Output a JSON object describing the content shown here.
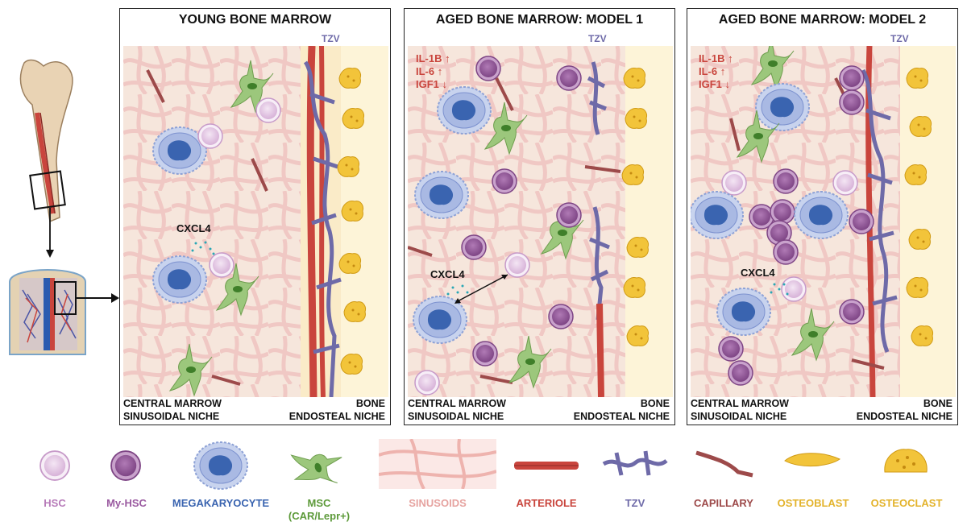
{
  "panels": [
    {
      "title": "YOUNG BONE MARROW",
      "tzv": "TZV",
      "foot_left_1": "CENTRAL MARROW",
      "foot_left_2": "SINUSOIDAL NICHE",
      "foot_right_1": "BONE",
      "foot_right_2": "ENDOSTEAL NICHE",
      "cxcl": "CXCL4"
    },
    {
      "title": "AGED BONE MARROW: MODEL 1",
      "tzv": "TZV",
      "foot_left_1": "CENTRAL MARROW",
      "foot_left_2": "SINUSOIDAL NICHE",
      "foot_right_1": "BONE",
      "foot_right_2": "ENDOSTEAL NICHE",
      "cxcl": "CXCL4",
      "cytokines": [
        "IL-1B ↑",
        "IL-6 ↑",
        "IGF1 ↓"
      ]
    },
    {
      "title": "AGED BONE MARROW: MODEL 2",
      "tzv": "TZV",
      "foot_left_1": "CENTRAL MARROW",
      "foot_left_2": "SINUSOIDAL NICHE",
      "foot_right_1": "BONE",
      "foot_right_2": "ENDOSTEAL NICHE",
      "cxcl": "CXCL4",
      "cytokines": [
        "IL-1B ↑",
        "IL-6 ↑",
        "IGF1 ↓"
      ]
    }
  ],
  "legend": [
    {
      "label": "HSC",
      "color": "#b77bb9"
    },
    {
      "label": "My-HSC",
      "color": "#9a5aa0"
    },
    {
      "label": "MEGAKARYOCYTE",
      "color": "#3a64b0"
    },
    {
      "label": "MSC",
      "label2": "(CAR/Lepr+)",
      "color": "#5d9a3a"
    },
    {
      "label": "SINUSOIDS",
      "color": "#e6a3a0"
    },
    {
      "label": "ARTERIOLE",
      "color": "#c9453d"
    },
    {
      "label": "TZV",
      "color": "#6e6aa8"
    },
    {
      "label": "CAPILLARY",
      "color": "#9d4a4a"
    },
    {
      "label": "OSTEOBLAST",
      "color": "#e3b32c"
    },
    {
      "label": "OSTEOCLAST",
      "color": "#e3b32c"
    }
  ]
}
